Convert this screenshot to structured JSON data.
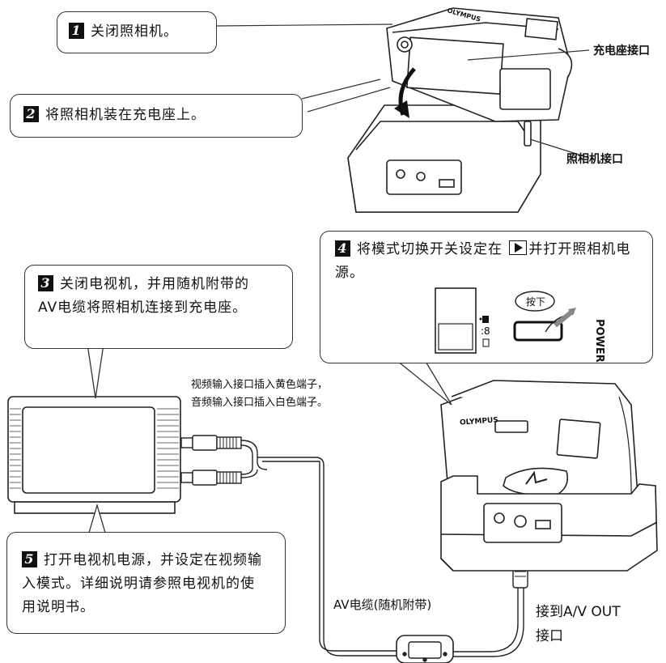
{
  "steps": [
    {
      "num": "1",
      "text": "关闭照相机。"
    },
    {
      "num": "2",
      "text": "将照相机装在充电座上。"
    },
    {
      "num": "3",
      "text": "关闭电视机，并用随机附带的AV电缆将照相机连接到充电座。"
    },
    {
      "num": "4",
      "text_before": "将模式切换开关设定在",
      "text_after": "并打开照相机电源。"
    },
    {
      "num": "5",
      "text": "打开电视机电源，并设定在视频输入模式。详细说明请参照电视机的使用说明书。"
    }
  ],
  "labels": {
    "dock_port": "充电座接口",
    "camera_port": "照相机接口",
    "av_note_line1": "视频输入接口插入黄色端子，",
    "av_note_line2": "音频输入接口插入白色端子。",
    "av_cable": "AV电缆(随机附带)",
    "av_out_line1": "接到A/V OUT",
    "av_out_line2": "接口",
    "press": "按下",
    "power": "POWER",
    "brand": "OLYMPUS"
  },
  "icons": [
    "play-mode-icon",
    "camera-mode-icon",
    "card-mode-icon",
    "power-button-icon"
  ]
}
